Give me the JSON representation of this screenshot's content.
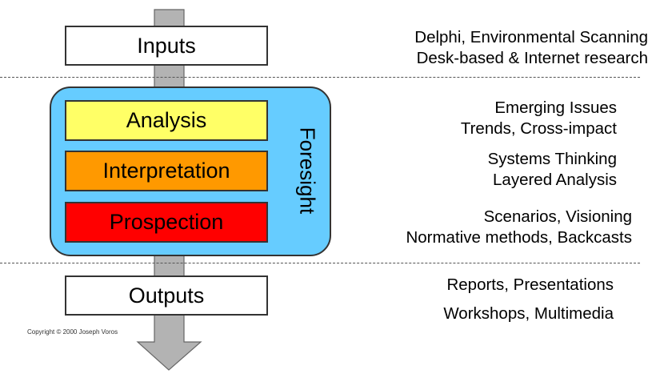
{
  "inputs": {
    "label": "Inputs",
    "notes": [
      "Delphi, Environmental Scanning",
      "Desk-based & Internet research"
    ]
  },
  "foresight": {
    "label": "Foresight",
    "stages": [
      {
        "label": "Analysis",
        "color": "#ffff66",
        "notes": [
          "Emerging Issues",
          "Trends, Cross-impact"
        ]
      },
      {
        "label": "Interpretation",
        "color": "#ff9900",
        "notes": [
          "Systems Thinking",
          "Layered Analysis"
        ]
      },
      {
        "label": "Prospection",
        "color": "#ff0000",
        "notes": [
          "Scenarios, Visioning",
          "Normative methods, Backcasts"
        ]
      }
    ],
    "panel_color": "#66ccff"
  },
  "outputs": {
    "label": "Outputs",
    "notes": [
      "Reports, Presentations",
      "Workshops, Multimedia"
    ]
  },
  "copyright": "Copyright © 2000 Joseph Voros",
  "colors": {
    "arrow": "#b3b3b3",
    "border": "#333333",
    "dashed_line": "#555555"
  }
}
